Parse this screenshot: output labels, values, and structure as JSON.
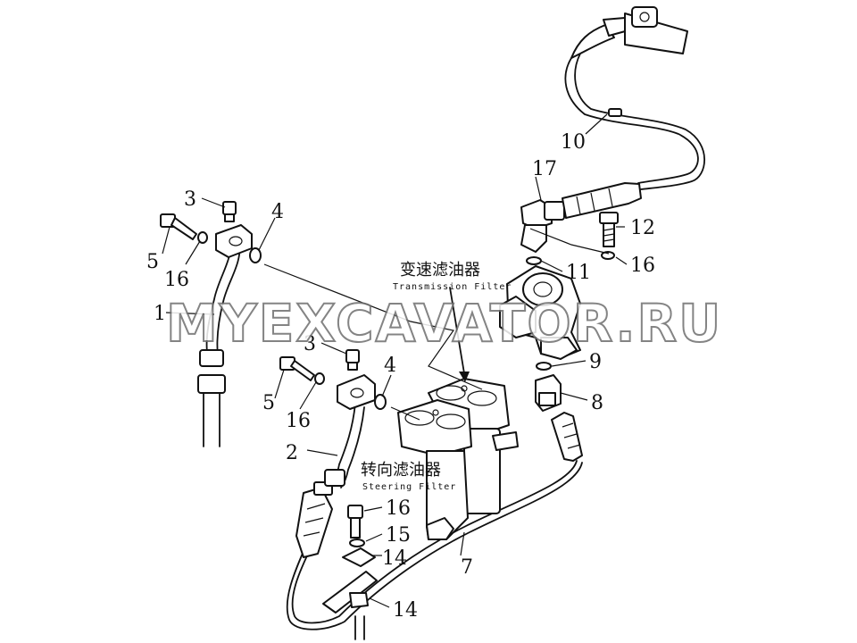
{
  "labels": {
    "n1": "1",
    "n2": "2",
    "n3a": "3",
    "n3b": "3",
    "n4a": "4",
    "n4b": "4",
    "n5a": "5",
    "n5b": "5",
    "n7": "7",
    "n8": "8",
    "n9": "9",
    "n10": "10",
    "n11": "11",
    "n12": "12",
    "n14a": "14",
    "n14b": "14",
    "n15": "15",
    "n16a": "16",
    "n16b": "16",
    "n16c": "16",
    "n16d": "16",
    "n17": "17"
  },
  "captions": {
    "transmission_filter_cn": "变速滤油器",
    "transmission_filter_en": "Transmission Filter",
    "steering_filter_cn": "转向滤油器",
    "steering_filter_en": "Steering Filter"
  },
  "watermark": "MYEXCAVATOR.RU"
}
